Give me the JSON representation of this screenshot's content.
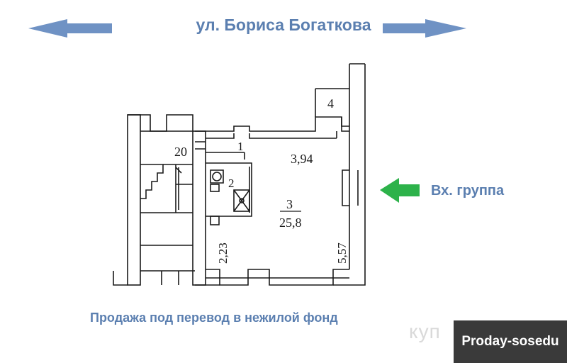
{
  "street_label": "ул. Бориса Богаткова",
  "entrance_label": "Вх. группа",
  "caption": "Продажа под перевод в нежилой фонд",
  "watermark_text": "куп",
  "logo_text": "Proday-sosedu",
  "plan_labels": {
    "room_20": "20",
    "room_1": "1",
    "room_2": "2",
    "room_3_number": "3",
    "room_3_area": "25,8",
    "room_4": "4",
    "dim_3_94": "3,94",
    "dim_2_23": "2,23",
    "dim_5_57": "5,57"
  },
  "colors": {
    "street_arrow": "#6f92c4",
    "entrance_arrow": "#2db24a",
    "label_text": "#5b7fb0",
    "logo_bg": "#3a3a3a"
  },
  "icons": {
    "left_arrow": "arrow-left-icon",
    "right_arrow": "arrow-right-icon",
    "entrance_arrow": "arrow-left-green-icon"
  }
}
